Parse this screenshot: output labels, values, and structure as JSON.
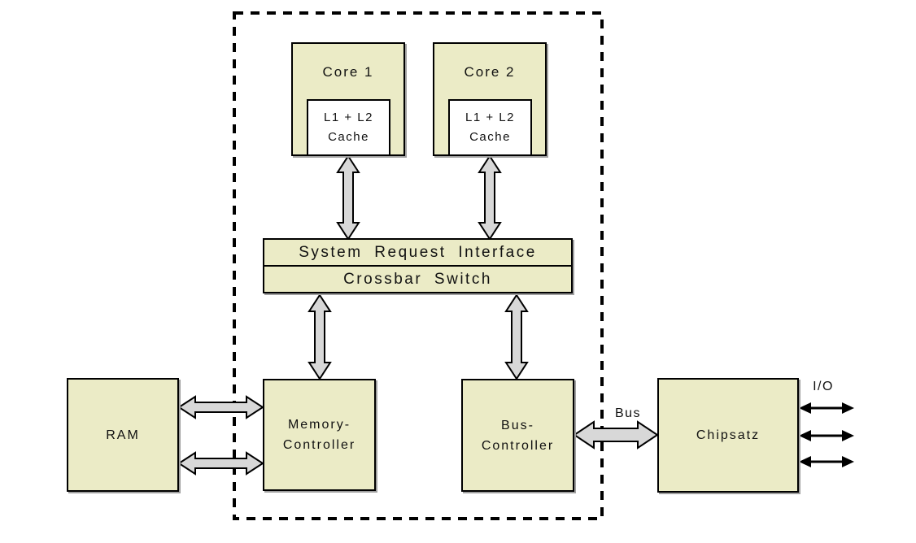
{
  "diagram": {
    "nodes": {
      "core1": {
        "label": "Core 1"
      },
      "core1_cache": {
        "line1": "L1 + L2",
        "line2": "Cache"
      },
      "core2": {
        "label": "Core 2"
      },
      "core2_cache": {
        "line1": "L1 + L2",
        "line2": "Cache"
      },
      "system_request_interface": {
        "label": "System Request Interface"
      },
      "crossbar_switch": {
        "label": "Crossbar Switch"
      },
      "ram": {
        "label": "RAM"
      },
      "memory_controller": {
        "line1": "Memory-",
        "line2": "Controller"
      },
      "bus_controller": {
        "line1": "Bus-",
        "line2": "Controller"
      },
      "chipsatz": {
        "label": "Chipsatz"
      }
    },
    "labels": {
      "bus": "Bus",
      "io": "I/O"
    },
    "connections": [
      {
        "from": "core1_cache",
        "to": "system_request_interface",
        "style": "thick-double-arrow"
      },
      {
        "from": "core2_cache",
        "to": "system_request_interface",
        "style": "thick-double-arrow"
      },
      {
        "from": "crossbar_switch",
        "to": "memory_controller",
        "style": "thick-double-arrow"
      },
      {
        "from": "crossbar_switch",
        "to": "bus_controller",
        "style": "thick-double-arrow"
      },
      {
        "from": "ram",
        "to": "memory_controller",
        "style": "thick-double-arrow-x2"
      },
      {
        "from": "bus_controller",
        "to": "chipsatz",
        "style": "thick-double-arrow",
        "label": "Bus"
      },
      {
        "from": "chipsatz",
        "to": "io",
        "style": "thin-double-arrow-x3",
        "label": "I/O"
      }
    ],
    "colors": {
      "node_fill": "#ebebc6",
      "cache_fill": "#ffffff",
      "arrow_fill": "#d8d8d8",
      "outline": "#000000"
    }
  }
}
